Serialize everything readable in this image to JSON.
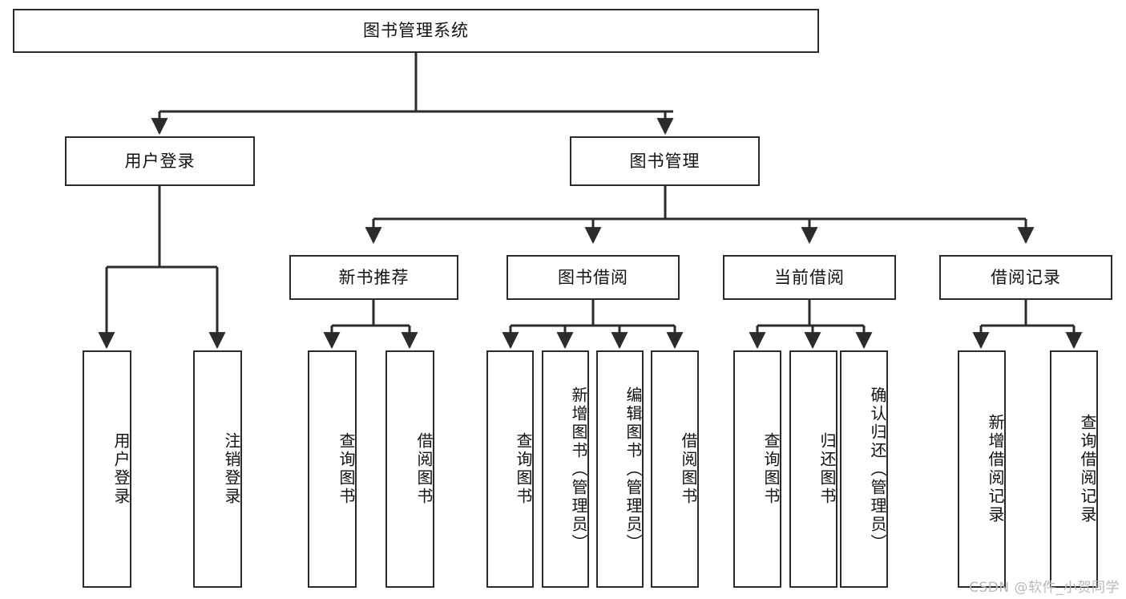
{
  "diagram": {
    "title": "图书管理系统",
    "type": "tree",
    "watermark": "CSDN @软件_小贺同学",
    "colors": {
      "box_border": "#2b2b2b",
      "box_fill": "#ffffff",
      "connector": "#2b2b2b",
      "text": "#111111",
      "watermark": "#b9b9b9"
    },
    "root": {
      "id": "root",
      "label": "图书管理系统"
    },
    "level2": [
      {
        "id": "user-login",
        "label": "用户登录"
      },
      {
        "id": "book-manage",
        "label": "图书管理"
      }
    ],
    "level3": [
      {
        "id": "new-book-rec",
        "label": "新书推荐"
      },
      {
        "id": "book-borrow",
        "label": "图书借阅"
      },
      {
        "id": "current-borrow",
        "label": "当前借阅"
      },
      {
        "id": "borrow-record",
        "label": "借阅记录"
      }
    ],
    "leaves": [
      {
        "id": "leaf-user-login",
        "label": "用户登录",
        "parent": "user-login"
      },
      {
        "id": "leaf-user-logout",
        "label": "注销登录",
        "parent": "user-login"
      },
      {
        "id": "leaf-query-book-1",
        "label": "查询图书",
        "parent": "new-book-rec"
      },
      {
        "id": "leaf-borrow-book-1",
        "label": "借阅图书",
        "parent": "new-book-rec"
      },
      {
        "id": "leaf-query-book-2",
        "label": "查询图书",
        "parent": "book-borrow"
      },
      {
        "id": "leaf-add-book",
        "label": "新增图书（管理员）",
        "parent": "book-borrow"
      },
      {
        "id": "leaf-edit-book",
        "label": "编辑图书（管理员）",
        "parent": "book-borrow"
      },
      {
        "id": "leaf-borrow-book-2",
        "label": "借阅图书",
        "parent": "book-borrow"
      },
      {
        "id": "leaf-query-book-3",
        "label": "查询图书",
        "parent": "current-borrow"
      },
      {
        "id": "leaf-return-book",
        "label": "归还图书",
        "parent": "current-borrow"
      },
      {
        "id": "leaf-confirm-return",
        "label": "确认归还（管理员）",
        "parent": "current-borrow"
      },
      {
        "id": "leaf-add-record",
        "label": "新增借阅记录",
        "parent": "borrow-record"
      },
      {
        "id": "leaf-query-record",
        "label": "查询借阅记录",
        "parent": "borrow-record"
      }
    ]
  }
}
